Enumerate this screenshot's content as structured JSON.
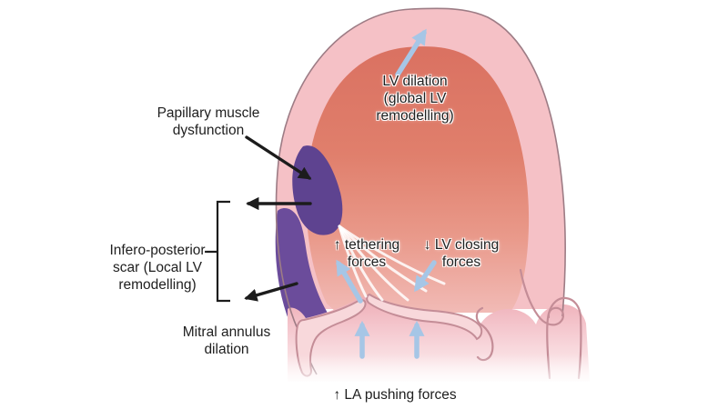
{
  "figure": {
    "labels": {
      "lv_dilation": {
        "lines": [
          "LV dilation",
          "(global LV",
          "remodelling)"
        ]
      },
      "papillary_muscle": {
        "lines": [
          "Papillary muscle",
          "dysfunction"
        ]
      },
      "infero_posterior_scar": {
        "lines": [
          "Infero-posterior",
          "scar (Local LV",
          "remodelling)"
        ]
      },
      "mitral_annulus": {
        "lines": [
          "Mitral annulus",
          "dilation"
        ]
      },
      "tethering_forces": {
        "lines": [
          "↑ tethering",
          "forces"
        ]
      },
      "lv_closing_forces": {
        "lines": [
          "↓ LV closing",
          "forces"
        ]
      },
      "la_pushing_forces": {
        "text": "↑ LA pushing forces"
      }
    },
    "colors": {
      "background": "#ffffff",
      "outer_wall": "#f5c1c6",
      "wall_outline": "#9d7c85",
      "chamber_top": "#da7161",
      "chamber_bottom": "#f2bdb9",
      "scar_purple": "#6b4c9b",
      "papillary_purple": "#5e4390",
      "atrium_pink": "#f3c5cb",
      "leaflet_pink": "#f8d8db",
      "leaflet_outline": "#c48d97",
      "arrow_blue": "#a6c6e6",
      "arrow_black": "#1c1c1c",
      "chordae_white": "#ffffff"
    }
  }
}
